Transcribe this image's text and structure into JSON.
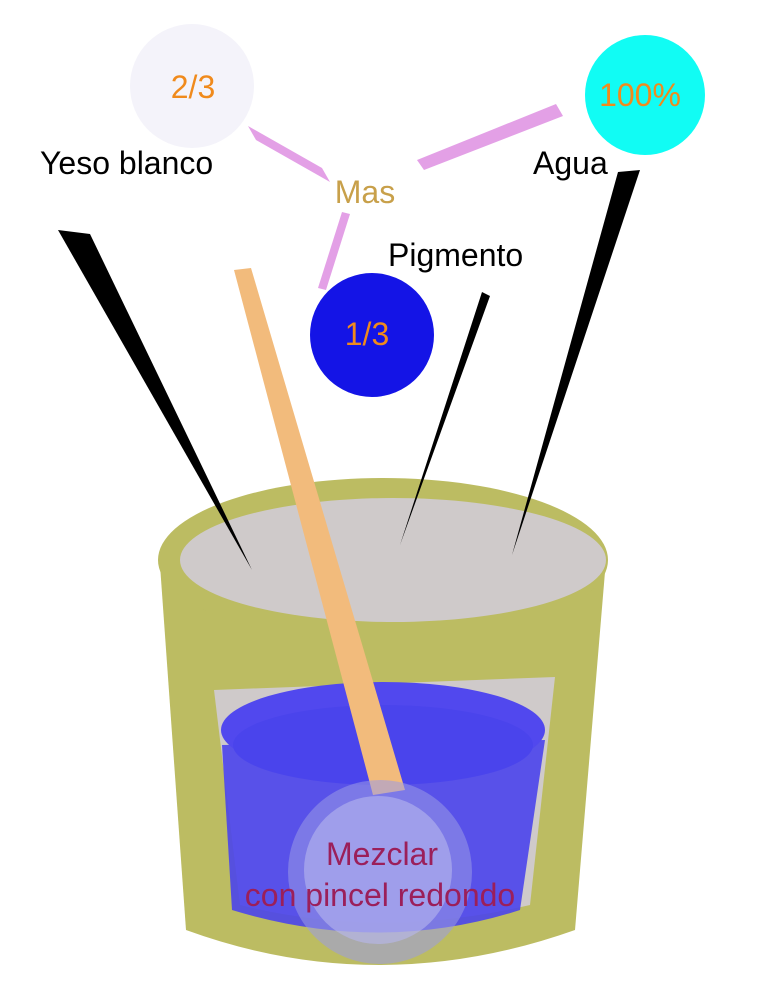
{
  "labels": {
    "white_plaster": "Yeso blanco",
    "more": "Mas",
    "pigment": "Pigmento",
    "water": "Agua",
    "mix_line1": "Mezclar",
    "mix_line2": "con pincel redondo"
  },
  "proportions": {
    "white_plaster": "2/3",
    "pigment": "1/3",
    "water": "100%"
  },
  "colors": {
    "label_text": "#000000",
    "more_text": "#c8a04a",
    "proportion_text": "#f08a1c",
    "mix_text": "#9b1f5a",
    "plaster_circle": "#f4f3fa",
    "pigment_circle": "#1414e6",
    "water_circle": "#11fcf4",
    "connector": "#e3a0e6",
    "glass": "#bcbc62",
    "glass_inner": "#cfcaca",
    "pigment_liquid": "#4a44ec",
    "brush": "#f2bb7c"
  },
  "icons": {
    "container": "glass-cup-icon",
    "brush": "round-brush-icon"
  }
}
